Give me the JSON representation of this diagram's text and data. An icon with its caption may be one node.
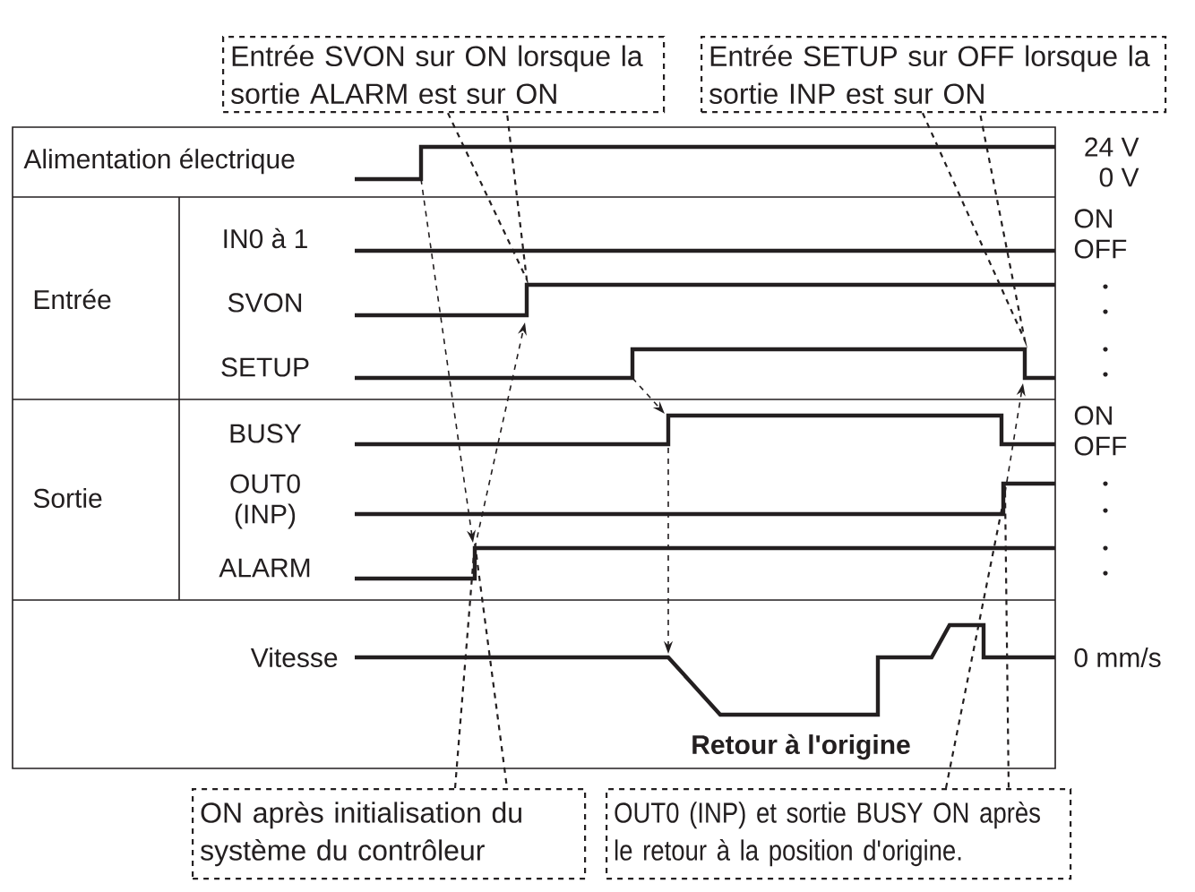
{
  "diagram": {
    "nodes": [
      {
        "text": [
          "Entrée SVON sur ON lorsque la sortie ALARM est sur ON"
        ]
      },
      {
        "text": [
          "Entrée SETUP sur OFF lorsque la sortie INP est sur ON"
        ]
      },
      {
        "text": [
          "ON après initialisation du système du contrôleur"
        ]
      },
      {
        "text": [
          "OUT0 (INP) et sortie BUSY ON après le retour à la position d'origine."
        ]
      }
    ],
    "edges": [
      {
        "from": 0,
        "to": null,
        "arrow": "none"
      },
      {
        "from": 1,
        "to": null,
        "arrow": "none"
      },
      {
        "from": 2,
        "to": null,
        "arrow": "none"
      },
      {
        "from": 3,
        "to": null,
        "arrow": "none"
      }
    ],
    "labels": [
      "Alimentation électrique",
      "24 V",
      "0 V",
      "IN0 à 1",
      "ON",
      "OFF",
      "Entrée",
      "SVON",
      "SETUP",
      "BUSY",
      "ON",
      "OFF",
      "Sortie",
      "OUT0 (INP)",
      "ALARM",
      "Vitesse",
      "0 mm/s",
      "Retour à l'origine"
    ]
  }
}
